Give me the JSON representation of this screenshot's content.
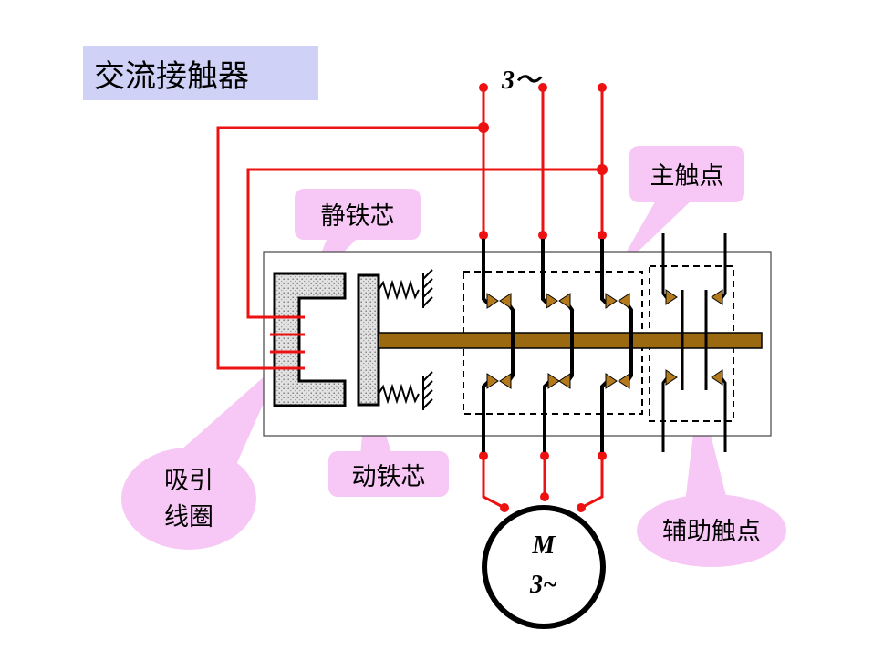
{
  "title": "交流接触器",
  "supply_label": "3～",
  "callouts": {
    "static_core": "静铁芯",
    "main_contacts": "主触点",
    "coil_line1": "吸引",
    "coil_line2": "线圈",
    "moving_core": "动铁芯",
    "aux_contacts": "辅助触点"
  },
  "motor": {
    "name": "M",
    "phase": "3~"
  },
  "colors": {
    "wire": "#ee1111",
    "callout_fill": "#f7c8f5",
    "title_bg": "#cfd2f6",
    "rod": "#9b6a10",
    "contact": "#b27a1d"
  }
}
